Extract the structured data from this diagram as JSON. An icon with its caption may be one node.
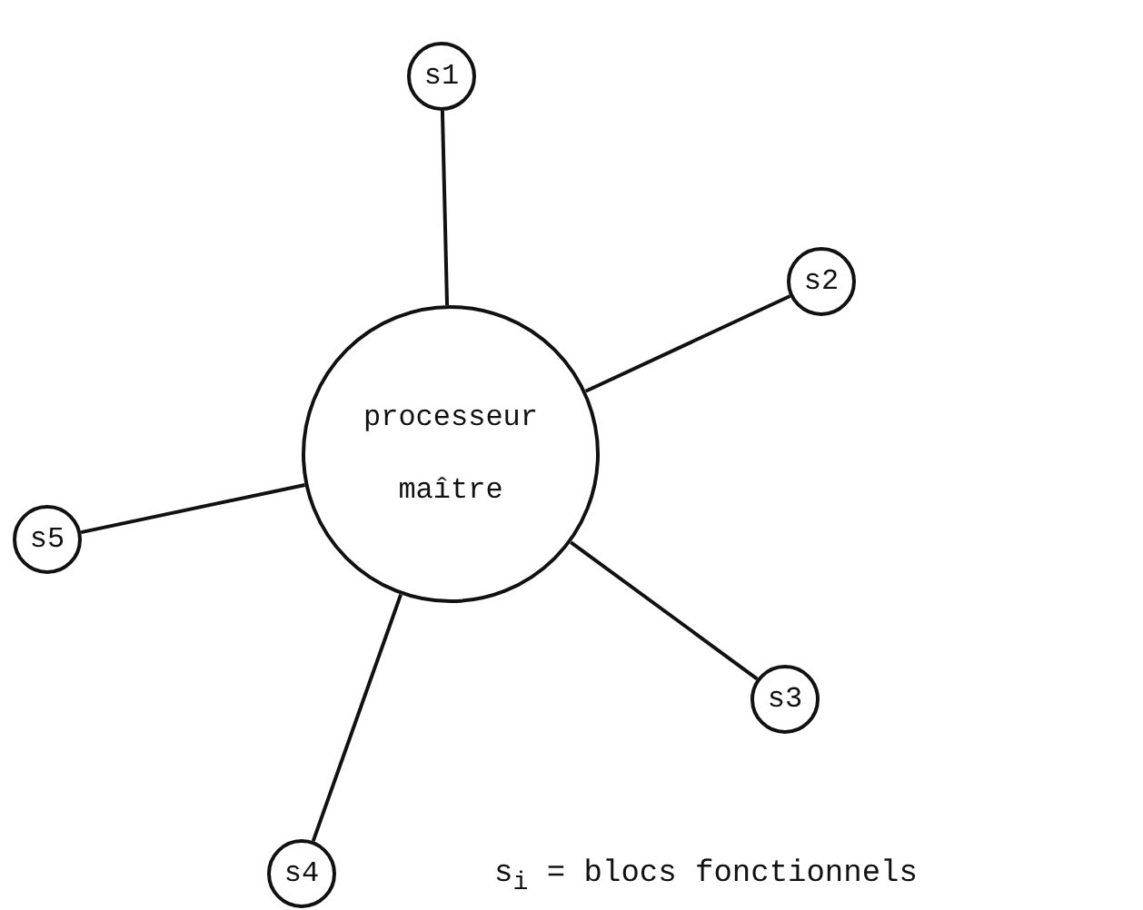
{
  "diagram": {
    "nodes": [
      {
        "text": [
          "processeur maître"
        ]
      },
      {
        "text": [
          "s1"
        ]
      },
      {
        "text": [
          "s2"
        ]
      },
      {
        "text": [
          "s3"
        ]
      },
      {
        "text": [
          "s4"
        ]
      },
      {
        "text": [
          "s5"
        ]
      }
    ],
    "edges": [
      {
        "from": 0,
        "to": 1,
        "arrow": "none"
      },
      {
        "from": 0,
        "to": 2,
        "arrow": "none"
      },
      {
        "from": 0,
        "to": 3,
        "arrow": "none"
      },
      {
        "from": 0,
        "to": 4,
        "arrow": "none"
      },
      {
        "from": 0,
        "to": 5,
        "arrow": "none"
      }
    ],
    "labels": [
      "s$_{i}$ = blocs fonctionnels"
    ]
  }
}
